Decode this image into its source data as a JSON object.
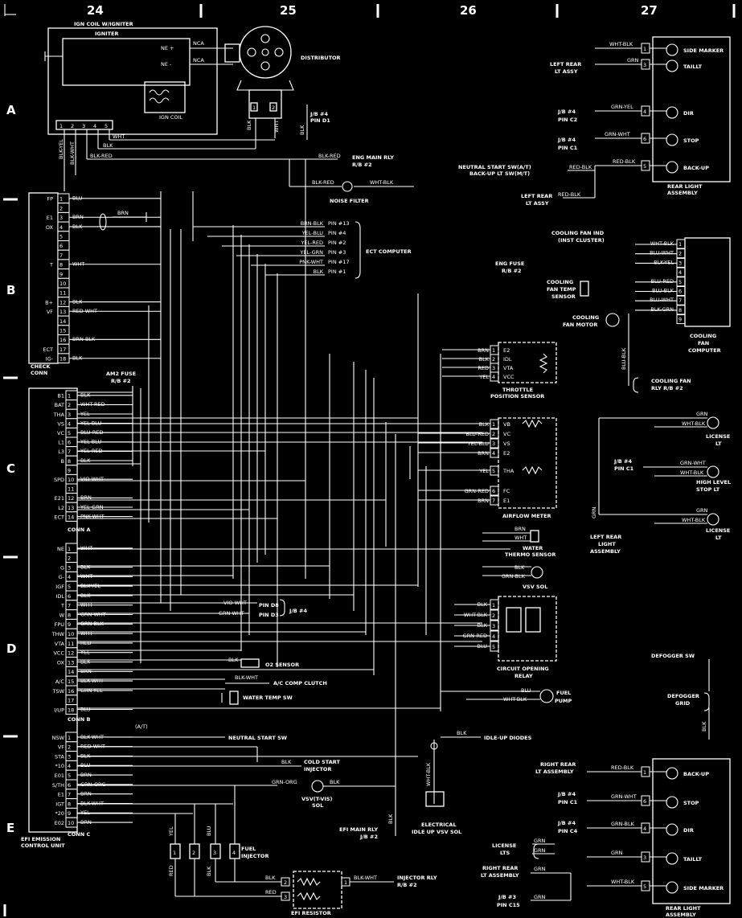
{
  "columns": [
    "24",
    "25",
    "26",
    "27"
  ],
  "rows": [
    "A",
    "B",
    "C",
    "D",
    "E"
  ],
  "components": {
    "igniter": {
      "title": "IGN COIL W/IGNITER",
      "sub": "IGNITER",
      "ne_plus": "NE +",
      "ne_minus": "NE -",
      "coil": "IGN COIL",
      "nca": "NCA"
    },
    "distributor": "DISTRIBUTOR",
    "jb4_d1": [
      "J/B #4",
      "PIN D1"
    ],
    "eng_main_rly": [
      "ENG MAIN RLY",
      "R/B #2"
    ],
    "noise_filter": "NOISE FILTER",
    "check_conn": "CHECK CONN",
    "ect_computer": "ECT COMPUTER",
    "am2_fuse": [
      "AM2 FUSE",
      "R/B #2"
    ],
    "efi_unit": "EFI EMISSION CONTROL UNIT",
    "conn_a": "CONN A",
    "conn_b": "CONN B",
    "conn_c": "CONN C",
    "throttle_sensor": [
      "THROTTLE",
      "POSITION SENSOR"
    ],
    "airflow_meter": "AIRFLOW METER",
    "water_thermo": [
      "WATER",
      "THERMO SENSOR"
    ],
    "vsv_sol": "VSV SOL",
    "jb4_pins": [
      "PIN D8",
      "PIN D3",
      "J/B #4"
    ],
    "circuit_relay": [
      "CIRCUIT OPENING",
      "RELAY"
    ],
    "o2_sensor": "O2 SENSOR",
    "ac_clutch": "A/C COMP CLUTCH",
    "water_temp_sw": "WATER TEMP SW",
    "fuel_pump": [
      "FUEL",
      "PUMP"
    ],
    "neutral_start": "NEUTRAL START SW",
    "idle_up_diodes": "IDLE-UP DIODES",
    "cold_start": [
      "COLD START",
      "INJECTOR"
    ],
    "vsv_tvis": [
      "VSV(T-VIS)",
      "SOL"
    ],
    "efi_main_rly": [
      "EFI MAIN RLY",
      "J/B #2"
    ],
    "elec_idle": [
      "ELECTRICAL",
      "IDLE UP VSV SOL"
    ],
    "fuel_injector": [
      "FUEL",
      "INJECTOR"
    ],
    "efi_resistor": "EFI RESISTOR",
    "injector_rly": [
      "INJECTOR RLY",
      "R/B #2"
    ],
    "rear_light_top": [
      "REAR LIGHT",
      "ASSEMBLY"
    ],
    "rear_light_bottom": [
      "REAR LIGHT",
      "ASSEMBLY"
    ],
    "cooling_fan_computer": [
      "COOLING",
      "FAN",
      "COMPUTER"
    ],
    "cooling_fan_ind": [
      "COOLING FAN IND",
      "(INST CLUSTER)"
    ],
    "eng_fuse": [
      "ENG FUSE",
      "R/B #2"
    ],
    "cooling_fan_temp": [
      "COOLING",
      "FAN TEMP",
      "SENSOR"
    ],
    "cooling_fan_motor": [
      "COOLING",
      "FAN MOTOR"
    ],
    "cooling_fan_rly": [
      "COOLING FAN",
      "RLY R/B #2"
    ],
    "license_lt": [
      "LICENSE",
      "LT"
    ],
    "high_stop": [
      "HIGH LEVEL",
      "STOP LT"
    ],
    "left_rear_light": [
      "LEFT REAR",
      "LIGHT",
      "ASSEMBLY"
    ],
    "defogger_sw": "DEFOGGER SW",
    "defogger_grid": [
      "DEFOGGER",
      "GRID"
    ],
    "neutral_backup": [
      "NEUTRAL START SW(A/T)",
      "BACK-UP LT SW(M/T)"
    ],
    "left_rear_lt_assy": [
      "LEFT REAR",
      "LT ASSY"
    ],
    "right_rear_lt_assy": [
      "RIGHT REAR",
      "LT ASSEMBLY"
    ],
    "license_lts": [
      "LICENSE",
      "LTS"
    ],
    "jb4_c2": [
      "J/B #4",
      "PIN C2"
    ],
    "jb4_c1": [
      "J/B #4",
      "PIN C1"
    ],
    "jb4_c4": [
      "J/B #4",
      "PIN C4"
    ],
    "jb3_c15": [
      "J/B #3",
      "PIN C15"
    ],
    "lamps": [
      "SIDE MARKER",
      "TAILLT",
      "DIR",
      "STOP",
      "BACK-UP"
    ],
    "lamps_bottom": [
      "BACK-UP",
      "STOP",
      "DIR",
      "TAILLT",
      "SIDE MARKER"
    ]
  },
  "check_conn_pins": [
    {
      "name": "FP",
      "num": "1",
      "wire": "BLU"
    },
    {
      "name": "",
      "num": "2",
      "wire": ""
    },
    {
      "name": "E1",
      "num": "3",
      "wire": "BRN"
    },
    {
      "name": "OX",
      "num": "4",
      "wire": "BLK"
    },
    {
      "name": "",
      "num": "5",
      "wire": ""
    },
    {
      "name": "",
      "num": "6",
      "wire": ""
    },
    {
      "name": "",
      "num": "7",
      "wire": ""
    },
    {
      "name": "T",
      "num": "8",
      "wire": "WHT"
    },
    {
      "name": "",
      "num": "9",
      "wire": ""
    },
    {
      "name": "",
      "num": "10",
      "wire": ""
    },
    {
      "name": "",
      "num": "11",
      "wire": ""
    },
    {
      "name": "B+",
      "num": "12",
      "wire": "BLK"
    },
    {
      "name": "VF",
      "num": "13",
      "wire": "RED-WHT"
    },
    {
      "name": "",
      "num": "14",
      "wire": ""
    },
    {
      "name": "",
      "num": "15",
      "wire": ""
    },
    {
      "name": "",
      "num": "16",
      "wire": "BRN-BLK"
    },
    {
      "name": "ECT",
      "num": "17",
      "wire": ""
    },
    {
      "name": "IG-",
      "num": "18",
      "wire": "BLK"
    }
  ],
  "ect_pins": [
    {
      "wire": "BRN-BLK",
      "pin": "PIN #13"
    },
    {
      "wire": "YEL-BLU",
      "pin": "PIN #4"
    },
    {
      "wire": "YEL-RED",
      "pin": "PIN #2"
    },
    {
      "wire": "YEL-GRN",
      "pin": "PIN #3"
    },
    {
      "wire": "PNK-WHT",
      "pin": "PIN #17"
    },
    {
      "wire": "BLK",
      "pin": "PIN #1"
    }
  ],
  "conn_a_pins": [
    {
      "name": "B1",
      "num": "1",
      "wire": "BLK"
    },
    {
      "name": "BAT",
      "num": "2",
      "wire": "WHT-RED"
    },
    {
      "name": "THA",
      "num": "3",
      "wire": "YEL"
    },
    {
      "name": "VS",
      "num": "4",
      "wire": "YEL-BLU"
    },
    {
      "name": "VC",
      "num": "5",
      "wire": "BLU-RED"
    },
    {
      "name": "L1",
      "num": "6",
      "wire": "YEL-BLU"
    },
    {
      "name": "L3",
      "num": "7",
      "wire": "YEL-RED"
    },
    {
      "name": "B",
      "num": "8",
      "wire": "BLK"
    },
    {
      "name": "",
      "num": "9",
      "wire": ""
    },
    {
      "name": "SPD",
      "num": "10",
      "wire": "VIO-WHT"
    },
    {
      "name": "",
      "num": "11",
      "wire": ""
    },
    {
      "name": "E21",
      "num": "12",
      "wire": "BRN"
    },
    {
      "name": "L2",
      "num": "13",
      "wire": "YEL-GRN"
    },
    {
      "name": "ECT",
      "num": "14",
      "wire": "PNK-WHT"
    }
  ],
  "conn_b_pins": [
    {
      "name": "NE",
      "num": "1",
      "wire": "WHT"
    },
    {
      "name": "",
      "num": "2",
      "wire": ""
    },
    {
      "name": "G",
      "num": "3",
      "wire": "BLK"
    },
    {
      "name": "G-",
      "num": "4",
      "wire": "WHT"
    },
    {
      "name": "IGF",
      "num": "5",
      "wire": "BLK-YEL"
    },
    {
      "name": "IDL",
      "num": "6",
      "wire": "BLK"
    },
    {
      "name": "T",
      "num": "7",
      "wire": "WHT"
    },
    {
      "name": "W",
      "num": "8",
      "wire": "GRN-WHT"
    },
    {
      "name": "FPU",
      "num": "9",
      "wire": "GRN-BLK"
    },
    {
      "name": "THW",
      "num": "10",
      "wire": "WHT"
    },
    {
      "name": "VTA",
      "num": "11",
      "wire": "RED"
    },
    {
      "name": "VCC",
      "num": "12",
      "wire": "YEL"
    },
    {
      "name": "OX",
      "num": "13",
      "wire": "BLK"
    },
    {
      "name": "",
      "num": "14",
      "wire": "BRN"
    },
    {
      "name": "A/C",
      "num": "15",
      "wire": "BLK-WHT"
    },
    {
      "name": "TSW",
      "num": "16",
      "wire": "GRN-YEL"
    },
    {
      "name": "",
      "num": "17",
      "wire": ""
    },
    {
      "name": "I/UP",
      "num": "18",
      "wire": "BLU"
    }
  ],
  "conn_c_pins": [
    {
      "name": "NSW",
      "num": "1",
      "wire": "BLK-WHT"
    },
    {
      "name": "VF",
      "num": "2",
      "wire": "RED-WHT"
    },
    {
      "name": "STA",
      "num": "3",
      "wire": "BLK"
    },
    {
      "name": "*10",
      "num": "4",
      "wire": "BLU"
    },
    {
      "name": "E01",
      "num": "5",
      "wire": "BRN"
    },
    {
      "name": "S/TH",
      "num": "6",
      "wire": "GRN-ORG"
    },
    {
      "name": "E1",
      "num": "7",
      "wire": "BRN"
    },
    {
      "name": "IGT",
      "num": "8",
      "wire": "BLK-WHT"
    },
    {
      "name": "*20",
      "num": "9",
      "wire": "YEL"
    },
    {
      "name": "E02",
      "num": "10",
      "wire": "BRN"
    }
  ],
  "cooling_fan_pins": [
    {
      "num": "1",
      "wire": "WHT-BLK"
    },
    {
      "num": "2",
      "wire": "BLU-WHT"
    },
    {
      "num": "3",
      "wire": "BLK-YEL"
    },
    {
      "num": "4",
      "wire": ""
    },
    {
      "num": "5",
      "wire": "BLU-RED"
    },
    {
      "num": "6",
      "wire": "BLU-BLK"
    },
    {
      "num": "7",
      "wire": "BLU-WHT"
    },
    {
      "num": "8",
      "wire": "BLK-GRN"
    },
    {
      "num": "9",
      "wire": ""
    }
  ],
  "rear_top_pins": [
    {
      "num": "1",
      "wire": "WHT-BLK"
    },
    {
      "num": "3",
      "wire": "GRN"
    },
    {
      "num": "4",
      "wire": "GRN-YEL"
    },
    {
      "num": "6",
      "wire": "GRN-WHT"
    },
    {
      "num": "5",
      "wire": "RED-BLK"
    }
  ],
  "rear_bottom_pins": [
    {
      "num": "1",
      "wire": "RED-BLK"
    },
    {
      "num": "6",
      "wire": "GRN-WHT"
    },
    {
      "num": "4",
      "wire": "GRN-BLK"
    },
    {
      "num": "3",
      "wire": "GRN"
    },
    {
      "num": "5",
      "wire": "WHT-BLK"
    }
  ],
  "throttle_pins": [
    {
      "wire": "BRN",
      "pin": "E2",
      "num": "1"
    },
    {
      "wire": "BLK",
      "pin": "IDL",
      "num": "2"
    },
    {
      "wire": "RED",
      "pin": "VTA",
      "num": "3"
    },
    {
      "wire": "YEL",
      "pin": "VCC",
      "num": "4"
    }
  ],
  "airflow_pins": [
    {
      "wire": "BLK",
      "pin": "VB",
      "num": "1"
    },
    {
      "wire": "BLU-RED",
      "pin": "VC",
      "num": "2"
    },
    {
      "wire": "YEL-BLU",
      "pin": "VS",
      "num": "3"
    },
    {
      "wire": "BRN",
      "pin": "E2",
      "num": "4"
    },
    {
      "wire": "YEL",
      "pin": "THA",
      "num": "5"
    },
    {
      "wire": "GRN-RED",
      "pin": "FC",
      "num": "6"
    },
    {
      "wire": "BRN",
      "pin": "E1",
      "num": "7"
    }
  ],
  "relay_pins": [
    {
      "wire": "BLK",
      "num": "1"
    },
    {
      "wire": "WHT-BLK",
      "num": "2"
    },
    {
      "wire": "BLK",
      "num": "3"
    },
    {
      "wire": "GRN-RED",
      "num": "4"
    },
    {
      "wire": "BLU",
      "num": "5"
    }
  ],
  "misc_wires": {
    "wht": "WHT",
    "blk": "BLK",
    "blk_red": "BLK-RED",
    "blk_yel": "BLK-YEL",
    "blk_wht": "BLK-WHT",
    "wht_blk": "WHT-BLK",
    "grn": "GRN",
    "brn": "BRN",
    "blu": "BLU",
    "red": "RED",
    "yel": "YEL",
    "vio_wht": "VIO-WHT",
    "grn_wht": "GRN-WHT",
    "grn_org": "GRN-ORG",
    "blu_wht": "BLU-WHT",
    "blu_blk": "BLU-BLK",
    "grn_blk": "GRN-BLK",
    "red_blk": "RED-BLK",
    "grn_yel": "GRN-YEL",
    "at": "(A/T)"
  }
}
